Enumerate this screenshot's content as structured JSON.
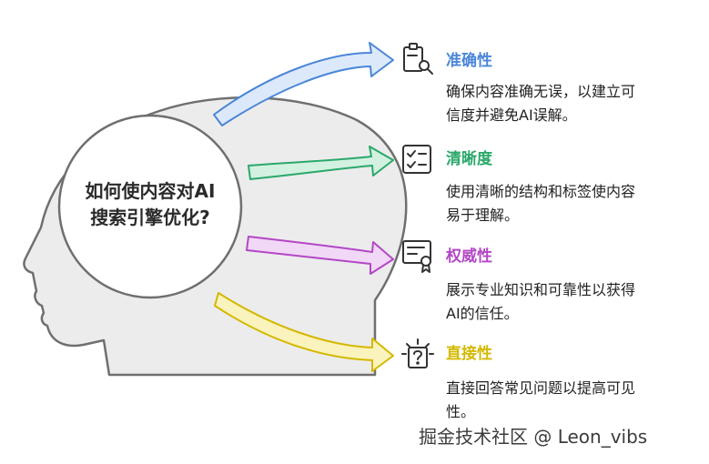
{
  "center": {
    "line1": "如何使内容对AI",
    "line2": "搜索引擎优化?"
  },
  "items": [
    {
      "title": "准确性",
      "desc_line1": "确保内容准确无误，以建立可",
      "desc_line2": "信度并避免AI误解。",
      "color": "#4a86d8",
      "fill": "#dce9fb",
      "icon": "clipboard-search-icon"
    },
    {
      "title": "清晰度",
      "desc_line1": "使用清晰的结构和标签使内容",
      "desc_line2": "易于理解。",
      "color": "#2aa86a",
      "fill": "#d3f1e1",
      "icon": "checklist-icon"
    },
    {
      "title": "权威性",
      "desc_line1": "展示专业知识和可靠性以获得",
      "desc_line2": "AI的信任。",
      "color": "#b347c6",
      "fill": "#f1d8f6",
      "icon": "certificate-icon"
    },
    {
      "title": "直接性",
      "desc_line1": "直接回答常见问题以提高可见",
      "desc_line2": "性。",
      "color": "#d4b800",
      "fill": "#fbf3bd",
      "icon": "question-bulb-icon"
    }
  ],
  "footer": "掘金技术社区 @ Leon_vibs"
}
